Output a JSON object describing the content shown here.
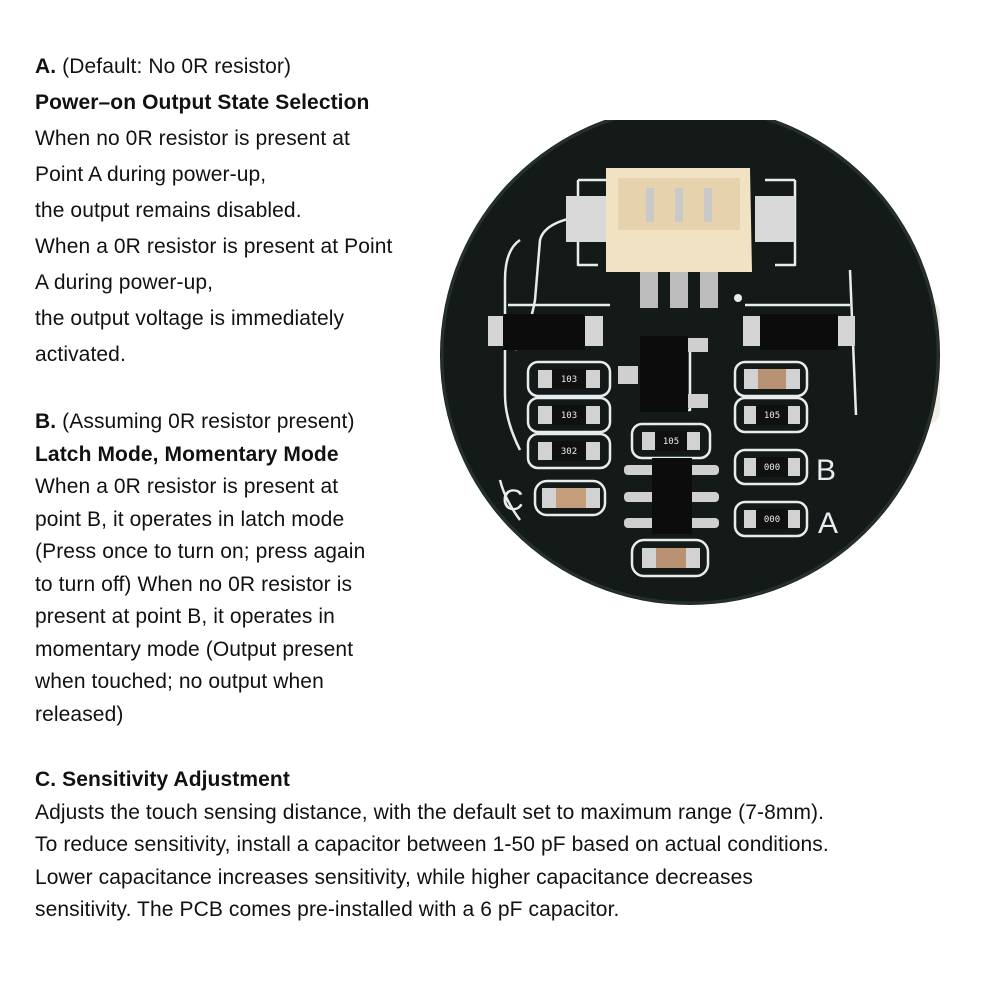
{
  "section_a": {
    "letter": "A.",
    "note": " (Default: No 0R resistor)",
    "heading": "Power–on Output State Selection",
    "lines": [
      "When no 0R resistor is present at",
      "Point A during power-up,",
      "the output remains disabled.",
      "When a 0R resistor is present at Point",
      "A during power-up,",
      "the output voltage is immediately",
      "activated."
    ]
  },
  "section_b": {
    "letter": "B.",
    "note": " (Assuming 0R resistor present)",
    "heading": "Latch Mode, Momentary Mode",
    "lines": [
      "When a 0R resistor is present at",
      "point B, it operates in latch mode",
      "(Press once to turn on; press again",
      "to turn off) When no 0R resistor is",
      "present at point B, it operates in",
      "momentary mode (Output present",
      "when touched; no output when",
      "released)"
    ]
  },
  "section_c": {
    "heading": "C. Sensitivity Adjustment",
    "lines": [
      "Adjusts the touch sensing distance, with the default set to maximum range (7-8mm).",
      "To reduce sensitivity, install a capacitor between 1-50 pF based on actual conditions.",
      "Lower capacitance increases sensitivity, while higher capacitance decreases",
      "sensitivity. The PCB comes pre-installed with a 6 pF capacitor."
    ]
  },
  "pcb": {
    "label_a": "A",
    "label_b": "B",
    "label_c": "C",
    "resistor_codes": [
      "103",
      "103",
      "302",
      "105",
      "105",
      "000",
      "000"
    ],
    "colors": {
      "board": "#141a18",
      "silk": "#e8ecef",
      "connector": "#f2e2c4"
    }
  }
}
